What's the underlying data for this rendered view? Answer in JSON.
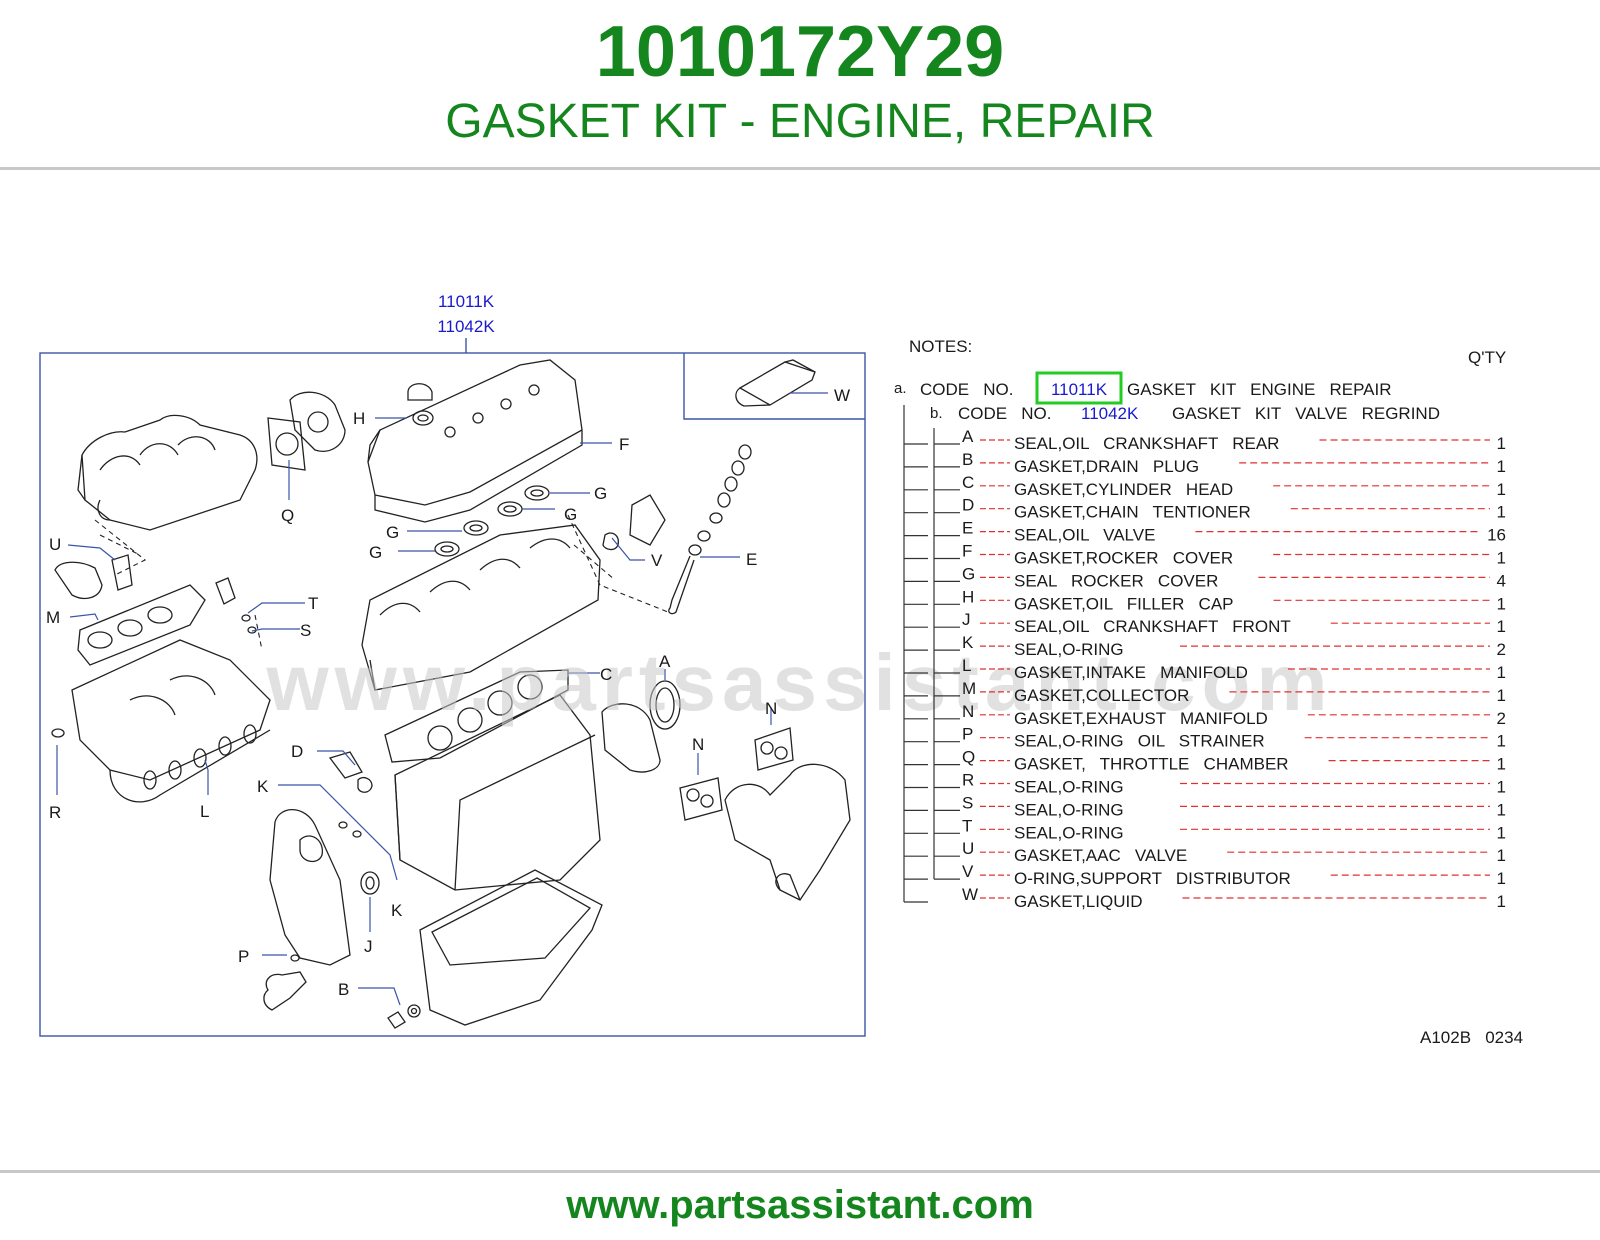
{
  "header": {
    "part_number": "1010172Y29",
    "description": "GASKET KIT - ENGINE, REPAIR",
    "accent_color": "#15861e"
  },
  "diagram": {
    "code_labels": [
      "11011K",
      "11042K"
    ],
    "callouts": [
      "H",
      "F",
      "Q",
      "G",
      "G",
      "G",
      "G",
      "U",
      "V",
      "E",
      "M",
      "T",
      "S",
      "C",
      "A",
      "N",
      "N",
      "D",
      "K",
      "R",
      "L",
      "J",
      "K",
      "P",
      "B",
      "W"
    ],
    "watermark": "www.partsassistant.com",
    "link_color": "#1a1acc",
    "frame_color": "#3a55a8"
  },
  "notes": {
    "title": "NOTES:",
    "qty_header": "Q'TY",
    "line_a": {
      "prefix": "a.",
      "code_no": "CODE   NO.",
      "code": "11011K",
      "text": "GASKET   KIT   ENGINE   REPAIR"
    },
    "line_b": {
      "prefix": "b.",
      "code_no": "CODE   NO.",
      "code": "11042K",
      "text": "GASKET   KIT   VALVE   REGRIND"
    },
    "items": [
      {
        "letter": "A",
        "name": "SEAL,OIL   CRANKSHAFT   REAR",
        "qty": "1"
      },
      {
        "letter": "B",
        "name": "GASKET,DRAIN   PLUG",
        "qty": "1"
      },
      {
        "letter": "C",
        "name": "GASKET,CYLINDER   HEAD",
        "qty": "1"
      },
      {
        "letter": "D",
        "name": "GASKET,CHAIN   TENTIONER",
        "qty": "1"
      },
      {
        "letter": "E",
        "name": "SEAL,OIL   VALVE",
        "qty": "16"
      },
      {
        "letter": "F",
        "name": "GASKET,ROCKER   COVER",
        "qty": "1"
      },
      {
        "letter": "G",
        "name": "SEAL   ROCKER   COVER",
        "qty": "4"
      },
      {
        "letter": "H",
        "name": "GASKET,OIL   FILLER   CAP",
        "qty": "1"
      },
      {
        "letter": "J",
        "name": "SEAL,OIL   CRANKSHAFT   FRONT",
        "qty": "1"
      },
      {
        "letter": "K",
        "name": "SEAL,O-RING",
        "qty": "2"
      },
      {
        "letter": "L",
        "name": "GASKET,INTAKE   MANIFOLD",
        "qty": "1"
      },
      {
        "letter": "M",
        "name": "GASKET,COLLECTOR",
        "qty": "1"
      },
      {
        "letter": "N",
        "name": "GASKET,EXHAUST   MANIFOLD",
        "qty": "2"
      },
      {
        "letter": "P",
        "name": "SEAL,O-RING   OIL   STRAINER",
        "qty": "1"
      },
      {
        "letter": "Q",
        "name": "GASKET,   THROTTLE   CHAMBER",
        "qty": "1"
      },
      {
        "letter": "R",
        "name": "SEAL,O-RING",
        "qty": "1"
      },
      {
        "letter": "S",
        "name": "SEAL,O-RING",
        "qty": "1"
      },
      {
        "letter": "T",
        "name": "SEAL,O-RING",
        "qty": "1"
      },
      {
        "letter": "U",
        "name": "GASKET,AAC   VALVE",
        "qty": "1"
      },
      {
        "letter": "V",
        "name": "O-RING,SUPPORT   DISTRIBUTOR",
        "qty": "1"
      },
      {
        "letter": "W",
        "name": "GASKET,LIQUID",
        "qty": "1"
      }
    ],
    "ref_code": "A102B   0234",
    "highlight_color": "#22cc22",
    "leader_color": "#e03030"
  },
  "footer": {
    "url": "www.partsassistant.com"
  }
}
